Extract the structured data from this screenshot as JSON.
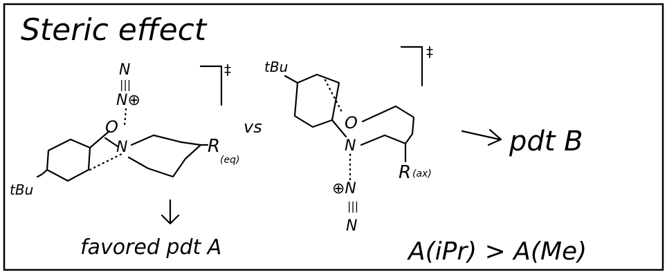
{
  "title": "Steric effect",
  "ts1": {
    "n_top": "N",
    "triple": "|||",
    "n_plus": "N⊕",
    "o": "O",
    "n_ring": "N",
    "r_group": "R",
    "r_sub": "(eq)",
    "tbu": "tBu",
    "dagger": "‡"
  },
  "versus": "vs",
  "ts2": {
    "tbu": "tBu",
    "o": "O",
    "n_ring": "N",
    "n_plus": "⊕N",
    "triple": "|||",
    "n_bottom": "N",
    "r_group": "R",
    "r_sub": "(ax)",
    "dagger": "‡"
  },
  "product_b": "pdt B",
  "product_a": "favored pdt A",
  "comparison": "A(iPr) > A(Me)"
}
